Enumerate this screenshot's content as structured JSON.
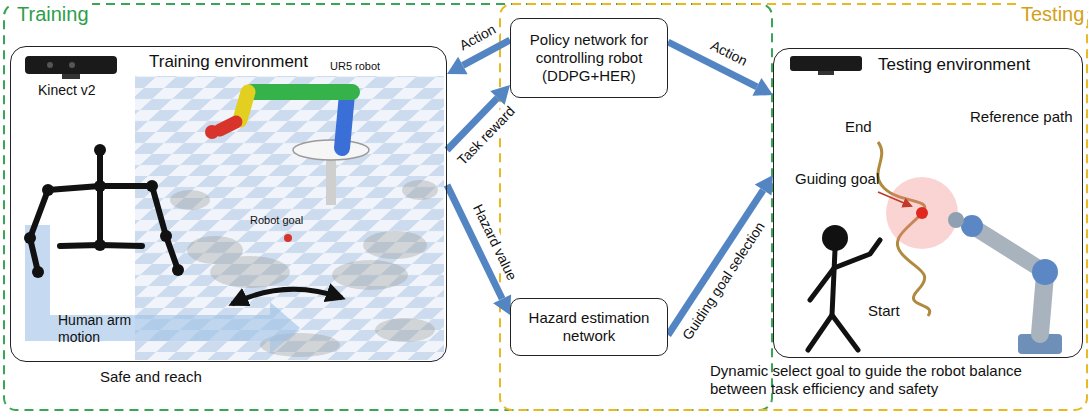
{
  "diagram": {
    "nodes": [
      {
        "text": [
          "Training environment"
        ]
      },
      {
        "text": [
          "Policy network for controlling robot (DDPG+HER)"
        ]
      },
      {
        "text": [
          "Hazard estimation network"
        ]
      },
      {
        "text": [
          "Testing environment"
        ]
      }
    ],
    "edges": [
      {
        "from": 1,
        "to": 0,
        "arrow": "to",
        "label": "Action"
      },
      {
        "from": 0,
        "to": 1,
        "arrow": "to",
        "label": "Task reward"
      },
      {
        "from": 0,
        "to": 2,
        "arrow": "to",
        "label": "Hazard value"
      },
      {
        "from": 1,
        "to": 3,
        "arrow": "to",
        "label": "Action"
      },
      {
        "from": 2,
        "to": 3,
        "arrow": "to",
        "label": "Guiding goal selection"
      }
    ],
    "labels": [
      "Training",
      "Testing",
      "Kinect v2",
      "UR5 robot",
      "Robot goal",
      "Human arm motion",
      "Safe and reach",
      "End",
      "Reference path",
      "Guiding goal",
      "Start",
      "Dynamic select goal to guide the robot balance between task efficiency and safety"
    ]
  }
}
